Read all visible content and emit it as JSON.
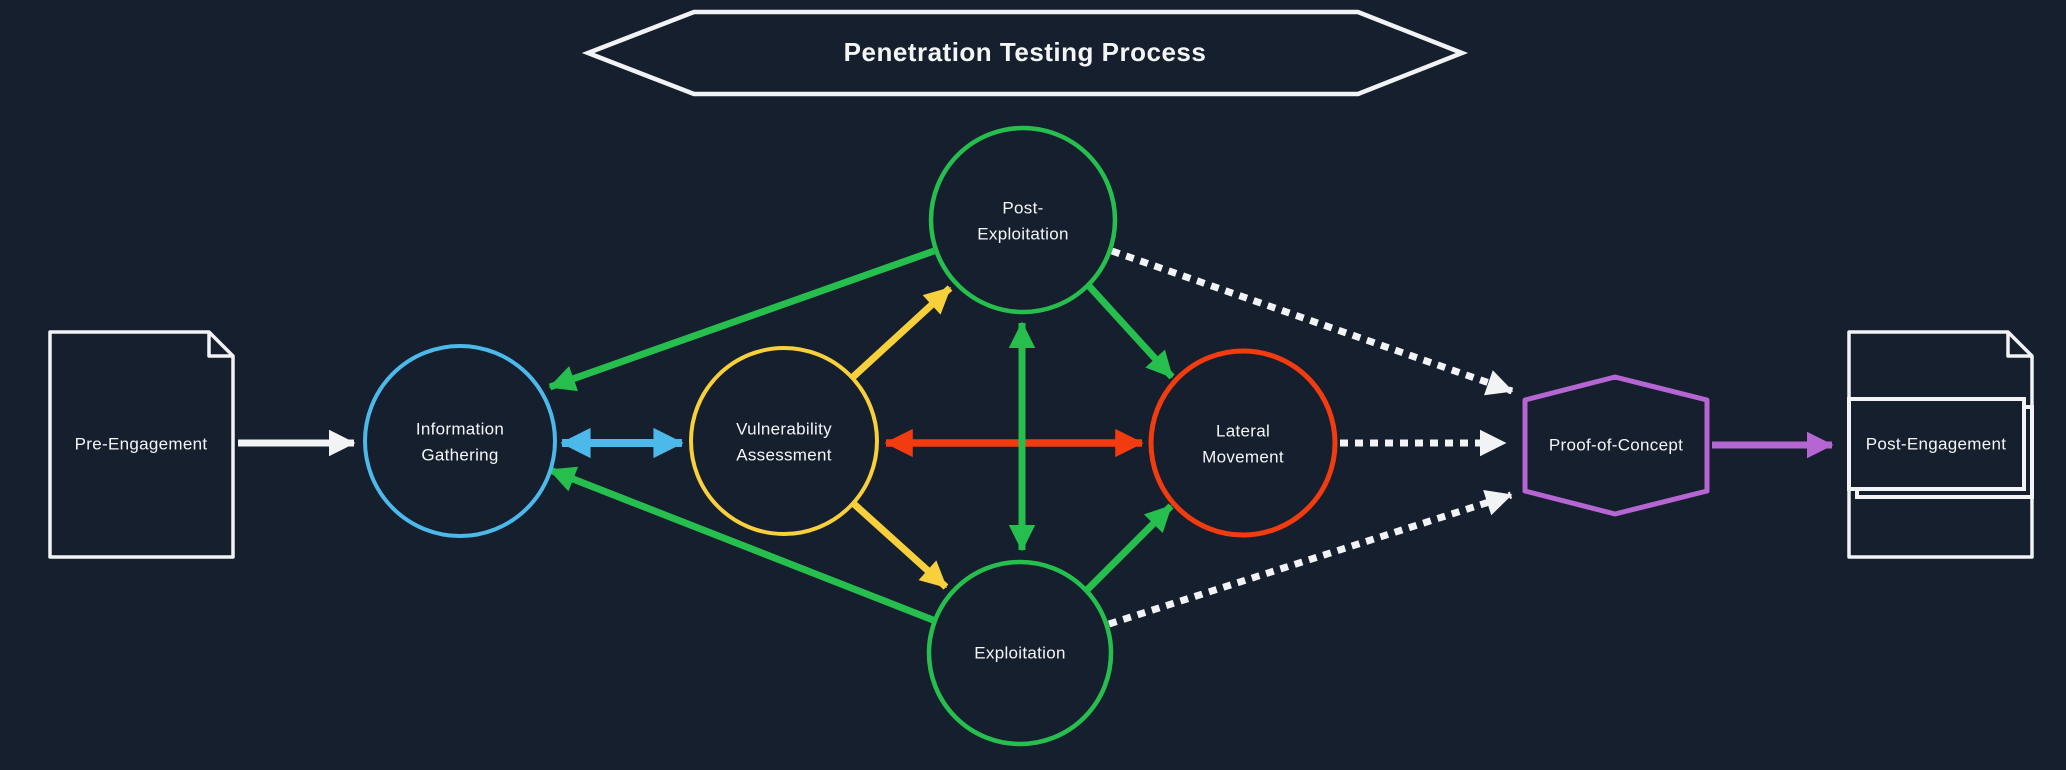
{
  "title": "Penetration Testing Process",
  "colors": {
    "background": "#151f2e",
    "white": "#f2f3f4",
    "text": "#f4f6f6",
    "blue": "#4db9ea",
    "yellow": "#f7d03c",
    "green": "#26bf4e",
    "red": "#f23c10",
    "purple": "#b666d2"
  },
  "nodes": {
    "pre_engagement": {
      "label": "Pre-Engagement",
      "shape": "document",
      "color": "#f2f3f4"
    },
    "information_gathering": {
      "lines": [
        "Information",
        "Gathering"
      ],
      "shape": "circle",
      "color": "#4db9ea"
    },
    "vulnerability_assessment": {
      "lines": [
        "Vulnerability",
        "Assessment"
      ],
      "shape": "circle",
      "color": "#f7d03c"
    },
    "post_exploitation": {
      "lines": [
        "Post-",
        "Exploitation"
      ],
      "shape": "circle",
      "color": "#26bf4e"
    },
    "exploitation": {
      "label": "Exploitation",
      "shape": "circle",
      "color": "#26bf4e"
    },
    "lateral_movement": {
      "lines": [
        "Lateral",
        "Movement"
      ],
      "shape": "circle",
      "color": "#f23c10"
    },
    "proof_of_concept": {
      "label": "Proof-of-Concept",
      "shape": "hexagon",
      "color": "#b666d2"
    },
    "post_engagement": {
      "label": "Post-Engagement",
      "shape": "document",
      "color": "#f2f3f4"
    }
  },
  "edges": [
    {
      "from": "Pre-Engagement",
      "to": "Information Gathering",
      "style": "solid",
      "arrows": "end",
      "color": "#f2f3f4"
    },
    {
      "from": "Information Gathering",
      "to": "Vulnerability Assessment",
      "style": "solid",
      "arrows": "both",
      "color": "#4db9ea"
    },
    {
      "from": "Vulnerability Assessment",
      "to": "Lateral Movement",
      "style": "solid",
      "arrows": "both",
      "color": "#f23c10"
    },
    {
      "from": "Post-Exploitation",
      "to": "Exploitation",
      "style": "solid",
      "arrows": "both",
      "color": "#26bf4e"
    },
    {
      "from": "Post-Exploitation",
      "to": "Information Gathering",
      "style": "solid",
      "arrows": "end",
      "color": "#26bf4e"
    },
    {
      "from": "Exploitation",
      "to": "Information Gathering",
      "style": "solid",
      "arrows": "end",
      "color": "#26bf4e"
    },
    {
      "from": "Post-Exploitation",
      "to": "Lateral Movement",
      "style": "solid",
      "arrows": "end",
      "color": "#26bf4e"
    },
    {
      "from": "Exploitation",
      "to": "Lateral Movement",
      "style": "solid",
      "arrows": "end",
      "color": "#26bf4e"
    },
    {
      "from": "Vulnerability Assessment",
      "to": "Post-Exploitation",
      "style": "solid",
      "arrows": "end",
      "color": "#f7d03c"
    },
    {
      "from": "Vulnerability Assessment",
      "to": "Exploitation",
      "style": "solid",
      "arrows": "end",
      "color": "#f7d03c"
    },
    {
      "from": "Post-Exploitation",
      "to": "Proof-of-Concept",
      "style": "dotted",
      "arrows": "end",
      "color": "#f2f3f4"
    },
    {
      "from": "Lateral Movement",
      "to": "Proof-of-Concept",
      "style": "dotted",
      "arrows": "end",
      "color": "#f2f3f4"
    },
    {
      "from": "Exploitation",
      "to": "Proof-of-Concept",
      "style": "dotted",
      "arrows": "end",
      "color": "#f2f3f4"
    },
    {
      "from": "Proof-of-Concept",
      "to": "Post-Engagement",
      "style": "solid",
      "arrows": "end",
      "color": "#b666d2"
    }
  ]
}
